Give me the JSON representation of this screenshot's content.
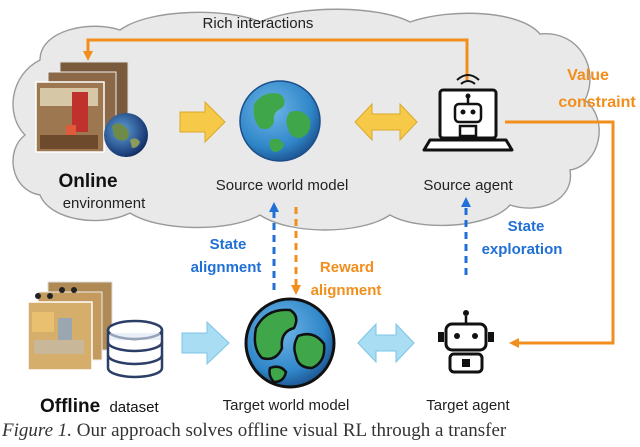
{
  "labels": {
    "rich_interactions": "Rich interactions",
    "value_constraint_line1": "Value",
    "value_constraint_line2": "constraint",
    "online_bold": "Online",
    "online_env": "environment",
    "source_world_model": "Source world model",
    "source_agent": "Source agent",
    "state_alignment_line1": "State",
    "state_alignment_line2": "alignment",
    "reward_alignment_line1": "Reward",
    "reward_alignment_line2": "alignment",
    "state_exploration_line1": "State",
    "state_exploration_line2": "exploration",
    "offline_bold": "Offline",
    "offline_dataset": "dataset",
    "target_world_model": "Target world model",
    "target_agent": "Target agent"
  },
  "caption": {
    "figure": "Figure 1.",
    "text": "Our approach solves offline visual RL through a transfer"
  },
  "colors": {
    "orange": "#F28E1C",
    "blue": "#1F6FD6",
    "cloud_fill": "#E9E9E9",
    "cloud_stroke": "#9A9A9A",
    "yellow_arrow": "#F7C948",
    "light_blue_arrow": "#A8DDF3",
    "ocean": "#2F86C8",
    "land": "#3FA64A"
  },
  "icons": [
    "robot-arm-scene-icon",
    "earth-icon",
    "globe-icon",
    "laptop-robot-icon",
    "robot-icon",
    "database-icon",
    "offline-dataset-scene-icon"
  ]
}
